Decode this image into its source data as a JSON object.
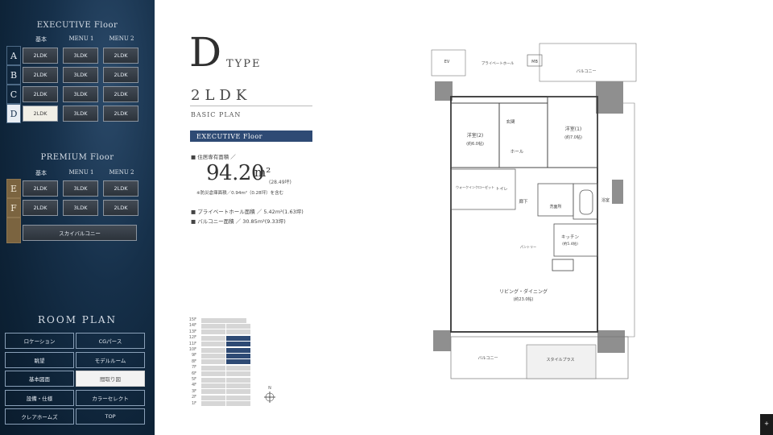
{
  "sidebar": {
    "executive_title": "EXECUTIVE Floor",
    "premium_title": "PREMIUM Floor",
    "col_headers": [
      "基本",
      "MENU 1",
      "MENU 2"
    ],
    "executive_rows": [
      {
        "letter": "A",
        "cells": [
          "2LDK",
          "3LDK",
          "2LDK"
        ]
      },
      {
        "letter": "B",
        "cells": [
          "2LDK",
          "3LDK",
          "2LDK"
        ]
      },
      {
        "letter": "C",
        "cells": [
          "2LDK",
          "3LDK",
          "2LDK"
        ]
      },
      {
        "letter": "D",
        "cells": [
          "2LDK",
          "3LDK",
          "2LDK"
        ]
      }
    ],
    "premium_rows": [
      {
        "letter": "E",
        "cells": [
          "2LDK",
          "3LDK",
          "2LDK"
        ]
      },
      {
        "letter": "F",
        "cells": [
          "2LDK",
          "3LDK",
          "2LDK"
        ]
      }
    ],
    "skybalcony": "スカイバルコニー",
    "room_plan_title": "ROOM PLAN",
    "menu": [
      [
        "ロケーション",
        "CGパース"
      ],
      [
        "眺望",
        "モデルルーム"
      ],
      [
        "基本図面",
        "間取り図"
      ],
      [
        "設備・仕様",
        "カラーセレクト"
      ],
      [
        "クレアホームズ",
        "TOP"
      ]
    ]
  },
  "plan_info": {
    "letter": "D",
    "type_word": "TYPE",
    "layout": "2LDK",
    "basic_plan": "BASIC PLAN",
    "floor_bar": "EXECUTIVE Floor",
    "area_label": "■ 住居専有面積 ／",
    "area_value": "94.20",
    "area_unit": "m²",
    "area_tsubo": "(28.49坪)",
    "area_note": "※防災倉庫面積／0.94m²（0.28坪）を含む",
    "private_hall": "■ プライベートホール面積 ／ 5.42m²(1.63坪)",
    "balcony": "■ バルコニー面積 ／ 30.85m²(9.33坪)"
  },
  "floor_stack": {
    "floors": [
      "15F",
      "14F",
      "13F",
      "12F",
      "11F",
      "10F",
      "9F",
      "8F",
      "7F",
      "6F",
      "5F",
      "4F",
      "3F",
      "2F",
      "1F"
    ],
    "highlighted": [
      "12F",
      "11F",
      "10F",
      "9F",
      "8F"
    ],
    "compass": "N"
  },
  "plan_labels": {
    "ev": "EV",
    "mb": "MB",
    "private_hall": "プライベートホール",
    "balcony_top": "バルコニー",
    "western2": "洋室(2)",
    "western2_size": "(約6.0帖)",
    "western1": "洋室(1)",
    "western1_size": "(約7.0帖)",
    "entrance": "玄関",
    "hall": "ホール",
    "corridor": "廊下",
    "toilet": "トイレ",
    "washroom": "洗面所",
    "bath": "浴室",
    "kitchen": "キッチン",
    "kitchen_size": "(約5.4帖)",
    "living": "リビング・ダイニング",
    "living_size": "(約23.0帖)",
    "balcony_bottom": "バルコニー",
    "style_plus": "スタイルプラス",
    "pantry": "パントリー",
    "wic": "ウォークインクローゼット"
  },
  "colors": {
    "accent": "#2e4a74",
    "premium": "#7b6440",
    "floor_highlight": "#2e4a74",
    "floor_gray": "#d6d6d6"
  },
  "corner_label": "+"
}
